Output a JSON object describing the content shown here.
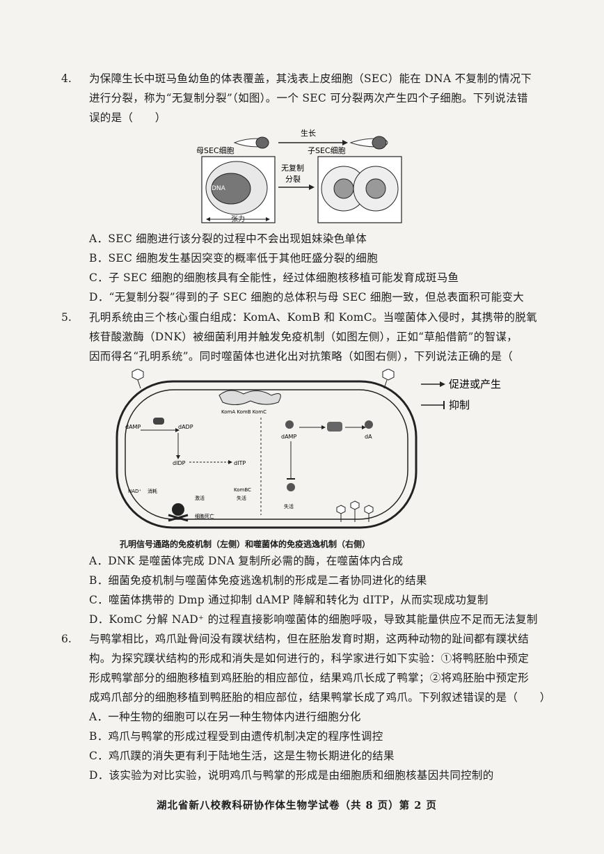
{
  "q4": {
    "number": "4.",
    "lines": [
      "为保障生长中斑马鱼幼鱼的体表覆盖，其浅表上皮细胞（SEC）能在 DNA 不复制的情况下",
      "进行分裂，称为“无复制分裂”（如图）。一个 SEC 可分裂两次产生四个子细胞。下列说法错",
      "误的是（　　）"
    ],
    "figure": {
      "growth_label": "生长",
      "mother_label": "母SEC细胞",
      "daughter_label": "子SEC细胞",
      "division_label_1": "无复制",
      "division_label_2": "分裂",
      "tension_label": "张力",
      "dna_label": "DNA"
    },
    "options": [
      "A．SEC 细胞进行该分裂的过程中不会出现姐妹染色单体",
      "B．SEC 细胞发生基因突变的概率低于其他旺盛分裂的细胞",
      "C．子 SEC 细胞的细胞核具有全能性，经过体细胞核移植可能发育成斑马鱼",
      "D．“无复制分裂”得到的子 SEC 细胞的总体积与母 SEC 细胞一致，但总表面积可能变大"
    ]
  },
  "q5": {
    "number": "5.",
    "lines": [
      "孔明系统由三个核心蛋白组成：KomA、KomB 和 KomC。当噬菌体入侵时，其携带的脱氧",
      "核苷酸激酶（DNK）被细菌利用并触发免疫机制（如图左侧），正如“草船借箭”的智谋，",
      "因而得名“孔明系统”。同时噬菌体也进化出对抗策略（如图右侧），下列说法正确的是（"
    ],
    "figure": {
      "legend_promote": "促进或产生",
      "legend_inhibit": "抑制",
      "labels": {
        "damp_left": "dAMP",
        "dadp": "dADP",
        "didp": "dIDP",
        "ditp": "dITP",
        "nad": "NAD⁺",
        "consume": "消耗",
        "kom_genes": "KomA  KomB  KomC",
        "kombc": "KomBC",
        "inactive_left": "失活",
        "damp_right": "dAMP",
        "da": "dA",
        "inactive_right": "失活",
        "fail": "激活",
        "death": "细胞死亡"
      },
      "caption": "孔明信号通路的免疫机制（左侧）和噬菌体的免疫逃逸机制（右侧）"
    },
    "options": [
      "A．DNK 是噬菌体完成 DNA 复制所必需的酶，在噬菌体内合成",
      "B．细菌免疫机制与噬菌体免疫逃逸机制的形成是二者协同进化的结果",
      "C．噬菌体携带的 Dmp 通过抑制 dAMP 降解和转化为 dITP，从而实现成功复制",
      "D．KomC 分解 NAD⁺ 的过程直接影响噬菌体的细胞呼吸，导致其能量供应不足而无法复制"
    ]
  },
  "q6": {
    "number": "6.",
    "lines": [
      "与鸭掌相比，鸡爪趾骨间没有蹼状结构，但在胚胎发育时期，这两种动物的趾间都有蹼状结",
      "构。为探究蹼状结构的形成和消失是如何进行的，科学家进行如下实验：①将鸭胚胎中预定",
      "形成鸭掌部分的细胞移植到鸡胚胎的相应部位，结果鸡爪长成了鸭掌；②将鸡胚胎中预定形",
      "成鸡爪部分的细胞移植到鸭胚胎的相应部位，结果鸭掌长成了鸡爪。下列叙述错误的是（　　）"
    ],
    "options": [
      "A．一种生物的细胞可以在另一种生物体内进行细胞分化",
      "B．鸡爪与鸭掌的形成过程受到由遗传机制决定的程序性调控",
      "C．鸡爪蹼的消失更有利于陆地生活，这是生物长期进化的结果",
      "D．该实验为对比实验，说明鸡爪与鸭掌的形成是由细胞质和细胞核基因共同控制的"
    ]
  },
  "footer": "湖北省新八校教科研协作体生物学试卷（共 8 页）第 2 页"
}
